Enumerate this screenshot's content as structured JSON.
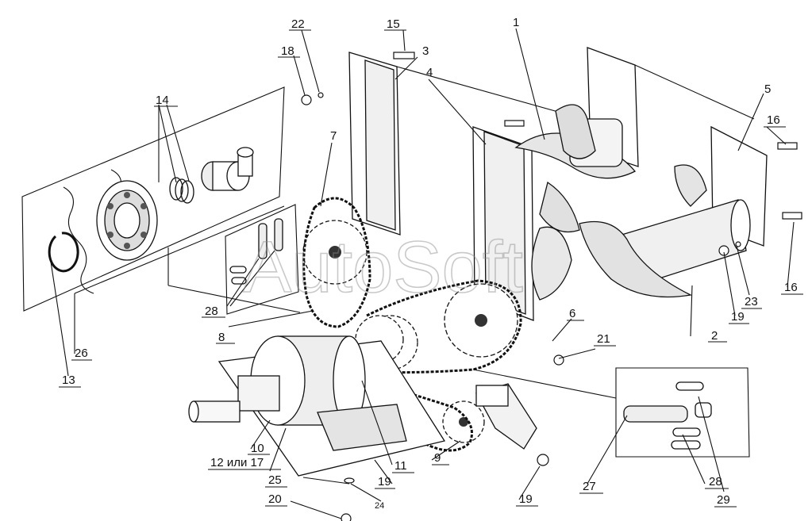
{
  "watermark": "AutoSoft",
  "callouts": [
    {
      "id": "c1",
      "text": "1"
    },
    {
      "id": "c2",
      "text": "2"
    },
    {
      "id": "c3",
      "text": "3"
    },
    {
      "id": "c4",
      "text": "4"
    },
    {
      "id": "c5",
      "text": "5"
    },
    {
      "id": "c6",
      "text": "6"
    },
    {
      "id": "c7",
      "text": "7"
    },
    {
      "id": "c8",
      "text": "8"
    },
    {
      "id": "c9",
      "text": "9"
    },
    {
      "id": "c10",
      "text": "10"
    },
    {
      "id": "c11",
      "text": "11"
    },
    {
      "id": "c12",
      "text": "12 или 17"
    },
    {
      "id": "c13",
      "text": "13"
    },
    {
      "id": "c14",
      "text": "14"
    },
    {
      "id": "c15",
      "text": "15"
    },
    {
      "id": "c16a",
      "text": "16"
    },
    {
      "id": "c16b",
      "text": "16"
    },
    {
      "id": "c18",
      "text": "18"
    },
    {
      "id": "c19a",
      "text": "19"
    },
    {
      "id": "c19b",
      "text": "19"
    },
    {
      "id": "c19c",
      "text": "19"
    },
    {
      "id": "c20",
      "text": "20"
    },
    {
      "id": "c21",
      "text": "21"
    },
    {
      "id": "c22",
      "text": "22"
    },
    {
      "id": "c23",
      "text": "23"
    },
    {
      "id": "c24",
      "text": "24"
    },
    {
      "id": "c25",
      "text": "25"
    },
    {
      "id": "c26",
      "text": "26"
    },
    {
      "id": "c27",
      "text": "27"
    },
    {
      "id": "c28a",
      "text": "28"
    },
    {
      "id": "c28b",
      "text": "28"
    },
    {
      "id": "c29",
      "text": "29"
    }
  ]
}
